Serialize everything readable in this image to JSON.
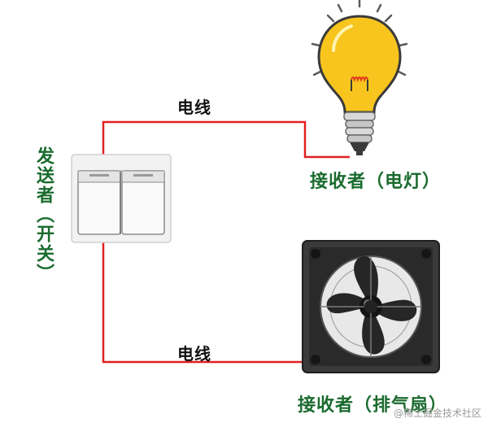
{
  "wires": {
    "top_label": "电线",
    "bottom_label": "电线",
    "color": "#e02020"
  },
  "sender": {
    "label": "发送者（开关）"
  },
  "receivers": {
    "lamp": {
      "label": "接收者（电灯）"
    },
    "fan": {
      "label": "接收者（排气扇）"
    }
  },
  "watermark": "@稀土掘金技术社区",
  "colors": {
    "label_green": "#1a6b2e",
    "bulb_yellow": "#f7c51e",
    "fan_dark": "#2d2d2d"
  },
  "icons": [
    "light-bulb-icon",
    "switch-icon",
    "exhaust-fan-icon"
  ]
}
